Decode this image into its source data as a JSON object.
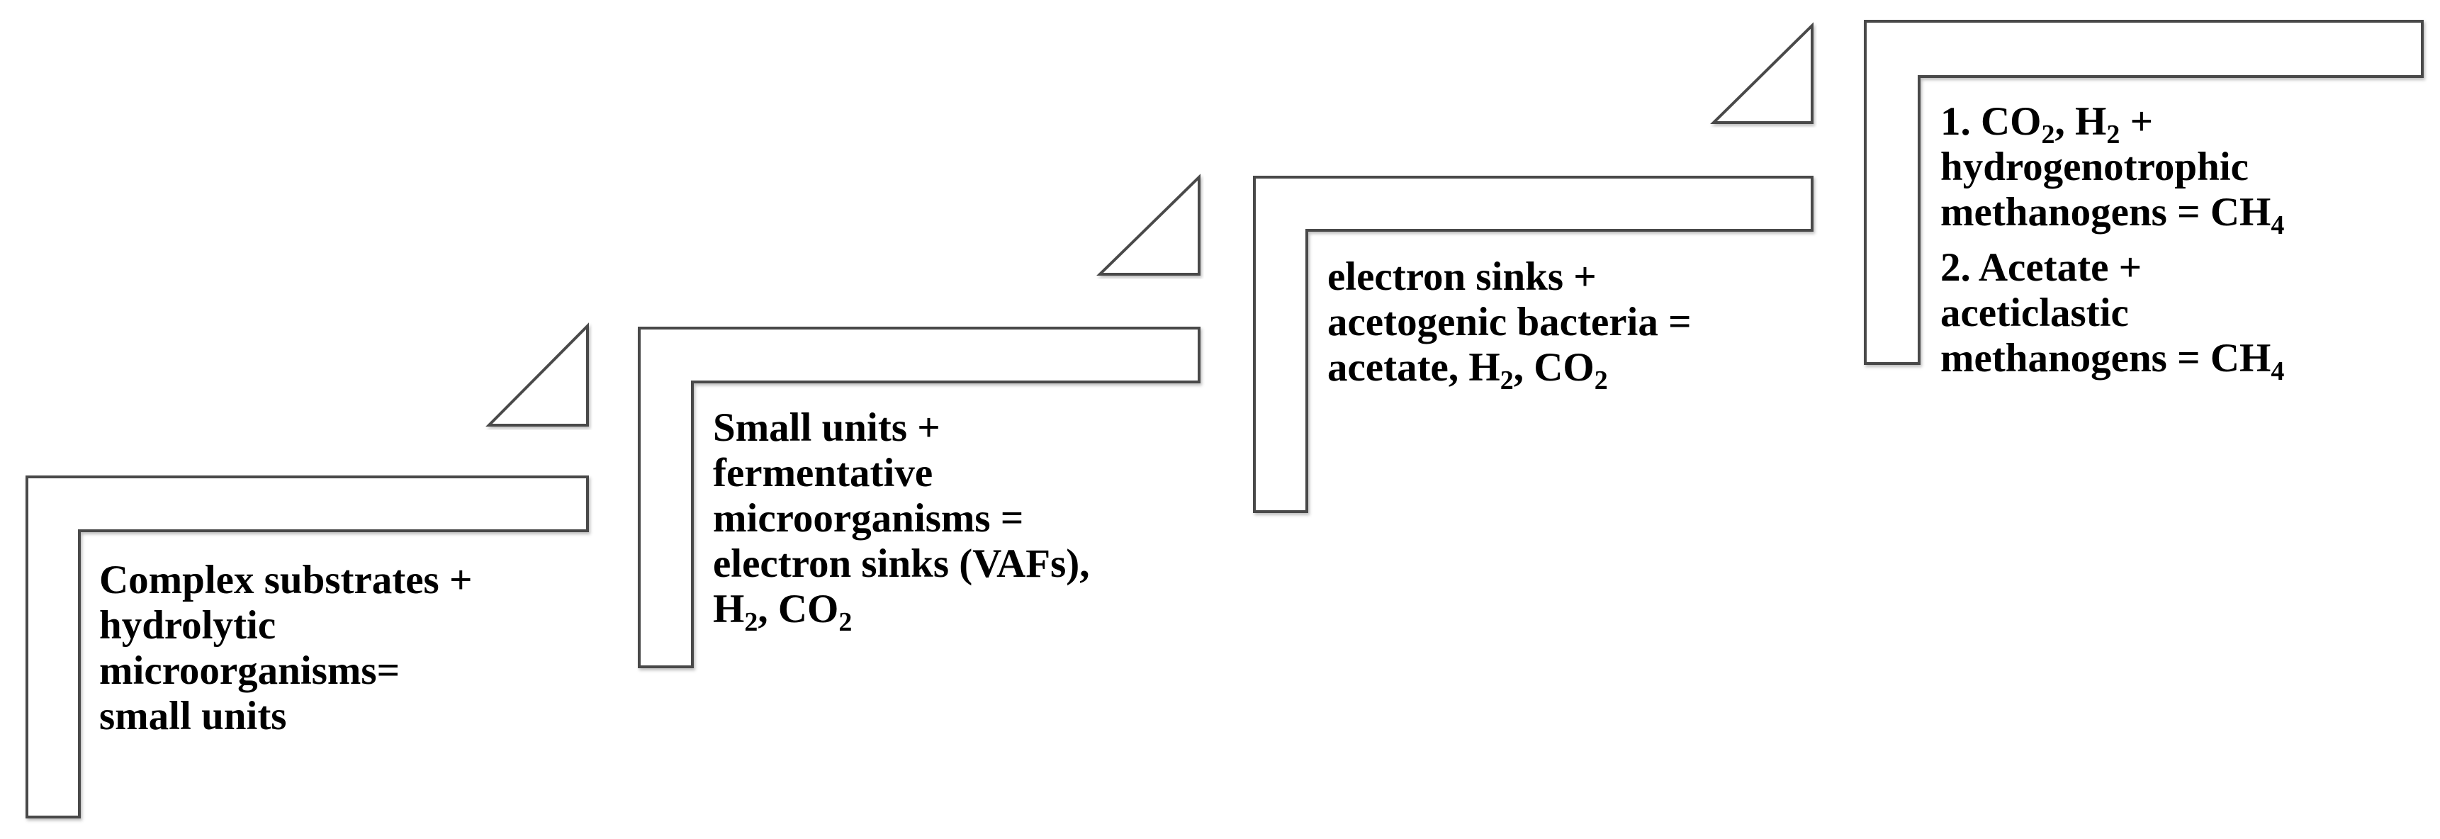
{
  "steps": [
    {
      "lines": [
        [
          "Complex substrates +"
        ],
        [
          "hydrolytic"
        ],
        [
          "microorganisms="
        ],
        [
          "small units"
        ]
      ]
    },
    {
      "lines": [
        [
          "Small units +"
        ],
        [
          "fermentative"
        ],
        [
          "microorganisms ="
        ],
        [
          "electron sinks (VAFs),"
        ],
        [
          "H",
          {
            "sub": "2"
          },
          ", CO",
          {
            "sub": "2"
          }
        ]
      ]
    },
    {
      "lines": [
        [
          "electron sinks +"
        ],
        [
          "acetogenic bacteria  ="
        ],
        [
          "acetate, H",
          {
            "sub": "2"
          },
          ", CO",
          {
            "sub": "2"
          }
        ]
      ]
    },
    {
      "lines": [
        [
          "1. CO",
          {
            "sub": "2"
          },
          ", H",
          {
            "sub": "2"
          },
          " +"
        ],
        [
          "hydrogenotrophic"
        ],
        [
          "methanogens = CH",
          {
            "sub": "4"
          }
        ],
        [],
        [
          "2. Acetate +"
        ],
        [
          "aceticlastic"
        ],
        [
          "methanogens = CH",
          {
            "sub": "4"
          }
        ]
      ]
    }
  ]
}
